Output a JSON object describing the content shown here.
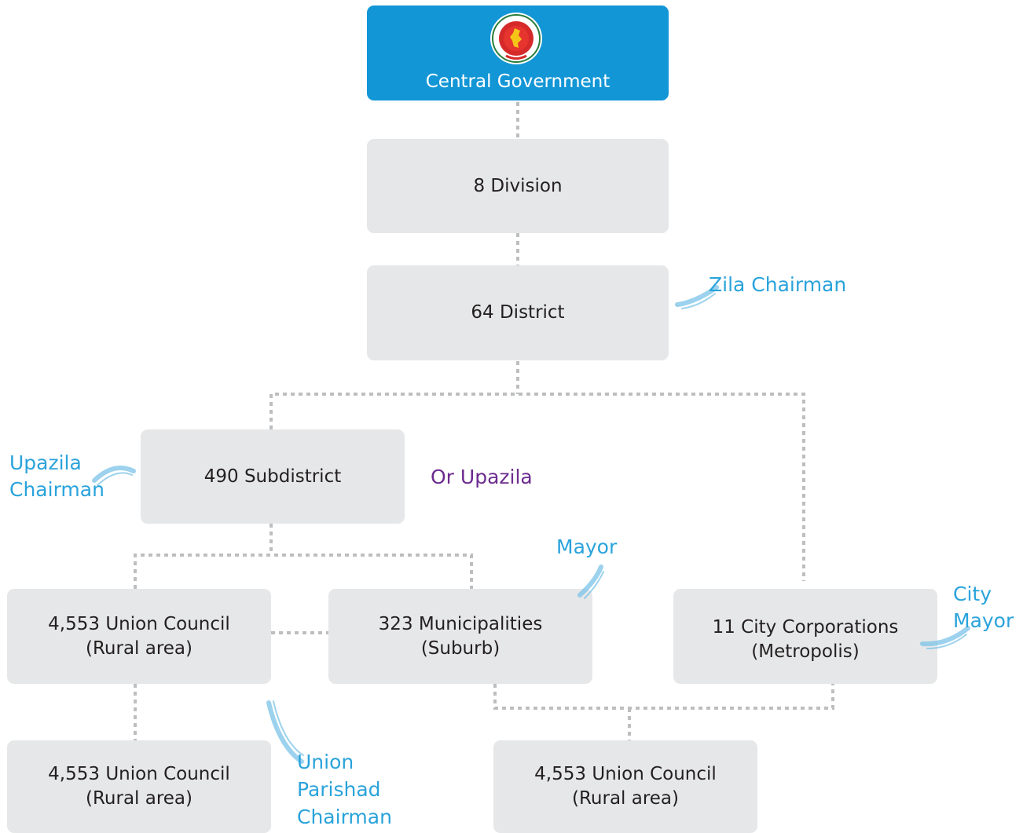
{
  "nodes": {
    "central": "Central Government",
    "division": "8 Division",
    "district": "64 District",
    "subdistrict": "490 Subdistrict",
    "union_left_1": "4,553 Union Council",
    "union_left_1_sub": "(Rural area)",
    "municipalities": "323 Municipalities",
    "municipalities_sub": "(Suburb)",
    "city_corp": "11 City Corporations",
    "city_corp_sub": "(Metropolis)",
    "union_left_2": "4,553 Union Council",
    "union_left_2_sub": "(Rural area)",
    "union_mid": "4,553 Union Council",
    "union_mid_sub": "(Rural area)"
  },
  "labels": {
    "zila_chairman": "Zila Chairman",
    "upazila_line1": "Upazila",
    "upazila_line2": "Chairman",
    "or_upazila": "Or Upazila",
    "mayor": "Mayor",
    "city_mayor_line1": "City",
    "city_mayor_line2": "Mayor",
    "union_line1": "Union",
    "union_line2": "Parishad",
    "union_line3": "Chairman"
  },
  "colors": {
    "top_box": "#1296d6",
    "box": "#e6e7e8",
    "label_blue": "#2aa3db",
    "label_purple": "#6d2b8f",
    "connector": "#bcbec0"
  },
  "icons": [
    "government-seal-icon",
    "brush-stroke-icon"
  ]
}
